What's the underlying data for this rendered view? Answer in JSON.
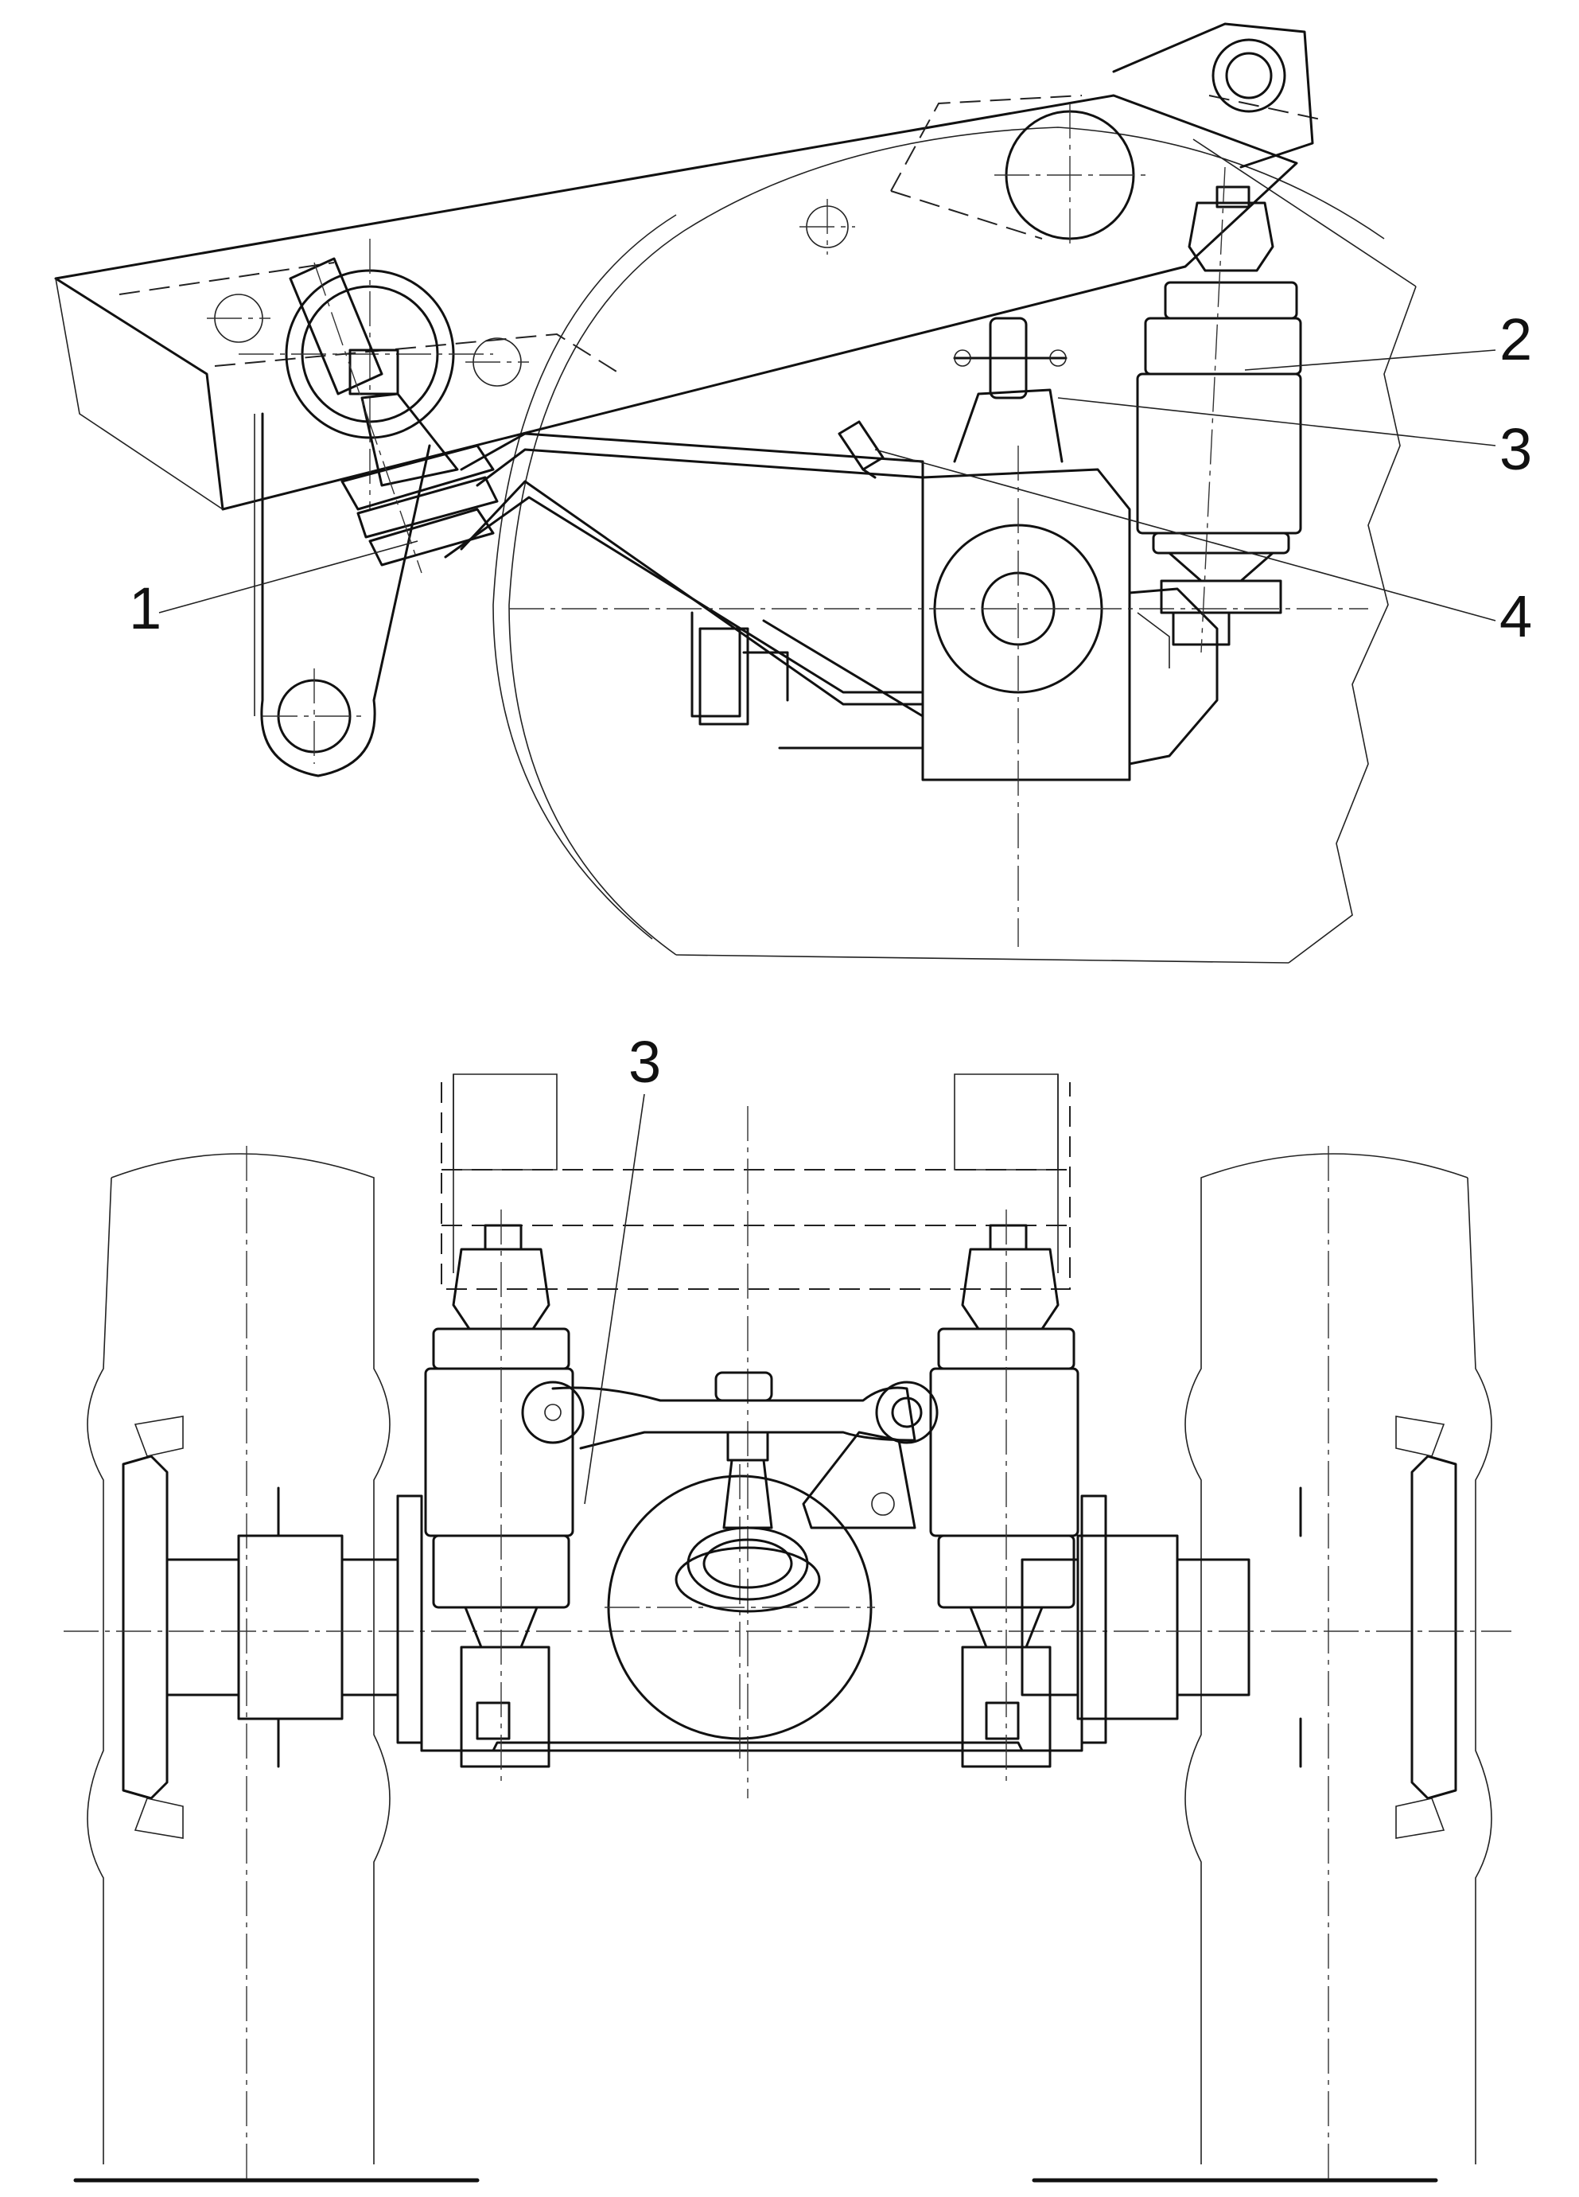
{
  "callouts": {
    "c1": "1",
    "c2": "2",
    "c3_side": "3",
    "c4": "4",
    "c3_front": "3"
  }
}
